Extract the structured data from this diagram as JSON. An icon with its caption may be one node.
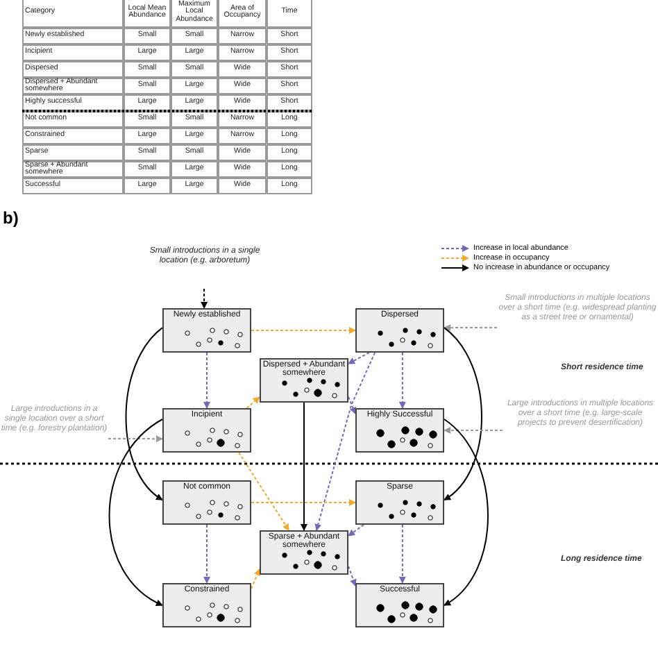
{
  "diagram": {
    "nodes": [
      {
        "text": [
          "Small introductions in a single location (e.g. arboretum)"
        ]
      },
      {
        "text": [
          "Newly established"
        ]
      },
      {
        "text": [
          "Dispersed"
        ]
      },
      {
        "text": [
          "Small introductions in multiple locations over a short time (e.g. widespread planting as a street tree or ornamental)"
        ]
      },
      {
        "text": [
          "Dispersed + Abundant somewhere"
        ]
      },
      {
        "text": [
          "Incipient"
        ]
      },
      {
        "text": [
          "Highly Successful"
        ]
      },
      {
        "text": [
          "Large introductions in a single location over a short time (e.g. forestry plantation)"
        ]
      },
      {
        "text": [
          "Large introductions in multiple locations over a short time (e.g. large-scale projects to prevent desertification)"
        ]
      },
      {
        "text": [
          "Not common"
        ]
      },
      {
        "text": [
          "Sparse"
        ]
      },
      {
        "text": [
          "Sparse + Abundant somewhere"
        ]
      },
      {
        "text": [
          "Constrained"
        ]
      },
      {
        "text": [
          "Successful"
        ]
      }
    ],
    "edges": [
      {
        "from": 0,
        "to": 1,
        "arrow": "to",
        "style": "dashed",
        "color": "#000000"
      },
      {
        "from": 1,
        "to": 2,
        "arrow": "to",
        "style": "dashed",
        "color": "#f0a830"
      },
      {
        "from": 1,
        "to": 5,
        "arrow": "to",
        "style": "dashed"
      },
      {
        "from": 1,
        "to": 9,
        "arrow": "to",
        "color": "#000000"
      },
      {
        "from": 3,
        "to": 2,
        "arrow": "to",
        "style": "dashed",
        "color": "#999999"
      },
      {
        "from": 2,
        "to": 4,
        "arrow": "to",
        "style": "dashed"
      },
      {
        "from": 2,
        "to": 6,
        "arrow": "to",
        "style": "dashed"
      },
      {
        "from": 2,
        "to": 11,
        "arrow": "to",
        "style": "dashed"
      },
      {
        "from": 2,
        "to": 10,
        "arrow": "to",
        "color": "#000000"
      },
      {
        "from": 4,
        "to": 6,
        "arrow": "to",
        "style": "dashed"
      },
      {
        "from": 5,
        "to": 4,
        "arrow": "to",
        "style": "dashed",
        "color": "#f0a830"
      },
      {
        "from": 4,
        "to": 11,
        "arrow": "to",
        "color": "#000000"
      },
      {
        "from": 7,
        "to": 5,
        "arrow": "to",
        "style": "dashed",
        "color": "#999999"
      },
      {
        "from": 5,
        "to": 11,
        "arrow": "to",
        "style": "dashed",
        "color": "#f0a830"
      },
      {
        "from": 5,
        "to": 12,
        "arrow": "to",
        "color": "#000000"
      },
      {
        "from": 8,
        "to": 6,
        "arrow": "to",
        "style": "dashed",
        "color": "#999999"
      },
      {
        "from": 6,
        "to": 13,
        "arrow": "to",
        "color": "#000000"
      },
      {
        "from": 9,
        "to": 10,
        "arrow": "to",
        "style": "dashed",
        "color": "#f0a830"
      },
      {
        "from": 9,
        "to": 12,
        "arrow": "to",
        "style": "dashed"
      },
      {
        "from": 10,
        "to": 11,
        "arrow": "to",
        "style": "dashed"
      },
      {
        "from": 10,
        "to": 13,
        "arrow": "to",
        "style": "dashed"
      },
      {
        "from": 11,
        "to": 13,
        "arrow": "to",
        "style": "dashed"
      },
      {
        "from": 12,
        "to": 11,
        "arrow": "to",
        "style": "dashed",
        "color": "#f0a830"
      }
    ],
    "labels": [
      "Category",
      "Local Mean Abundance",
      "Maximum Local Abundance",
      "Area of Occupancy",
      "Time",
      "Newly established",
      "Small",
      "Small",
      "Narrow",
      "Short",
      "Incipient",
      "Large",
      "Large",
      "Narrow",
      "Short",
      "Dispersed",
      "Small",
      "Small",
      "Wide",
      "Short",
      "Dispersed + Abundant somewhere",
      "Small",
      "Large",
      "Wide",
      "Short",
      "Highly successful",
      "Large",
      "Large",
      "Wide",
      "Short",
      "Not common",
      "Small",
      "Small",
      "Narrow",
      "Long",
      "Constrained",
      "Large",
      "Large",
      "Narrow",
      "Long",
      "Sparse",
      "Small",
      "Small",
      "Wide",
      "Long",
      "Sparse + Abundant somewhere",
      "Small",
      "Large",
      "Wide",
      "Long",
      "Successful",
      "Large",
      "Large",
      "Wide",
      "Long",
      "b)",
      "Short residence time",
      "Long residence time"
    ],
    "legend": [
      {
        "text": "Increase in local abundance"
      },
      {
        "text": "Increase in occupancy"
      },
      {
        "text": "No increase in abundance or occupancy"
      }
    ]
  }
}
